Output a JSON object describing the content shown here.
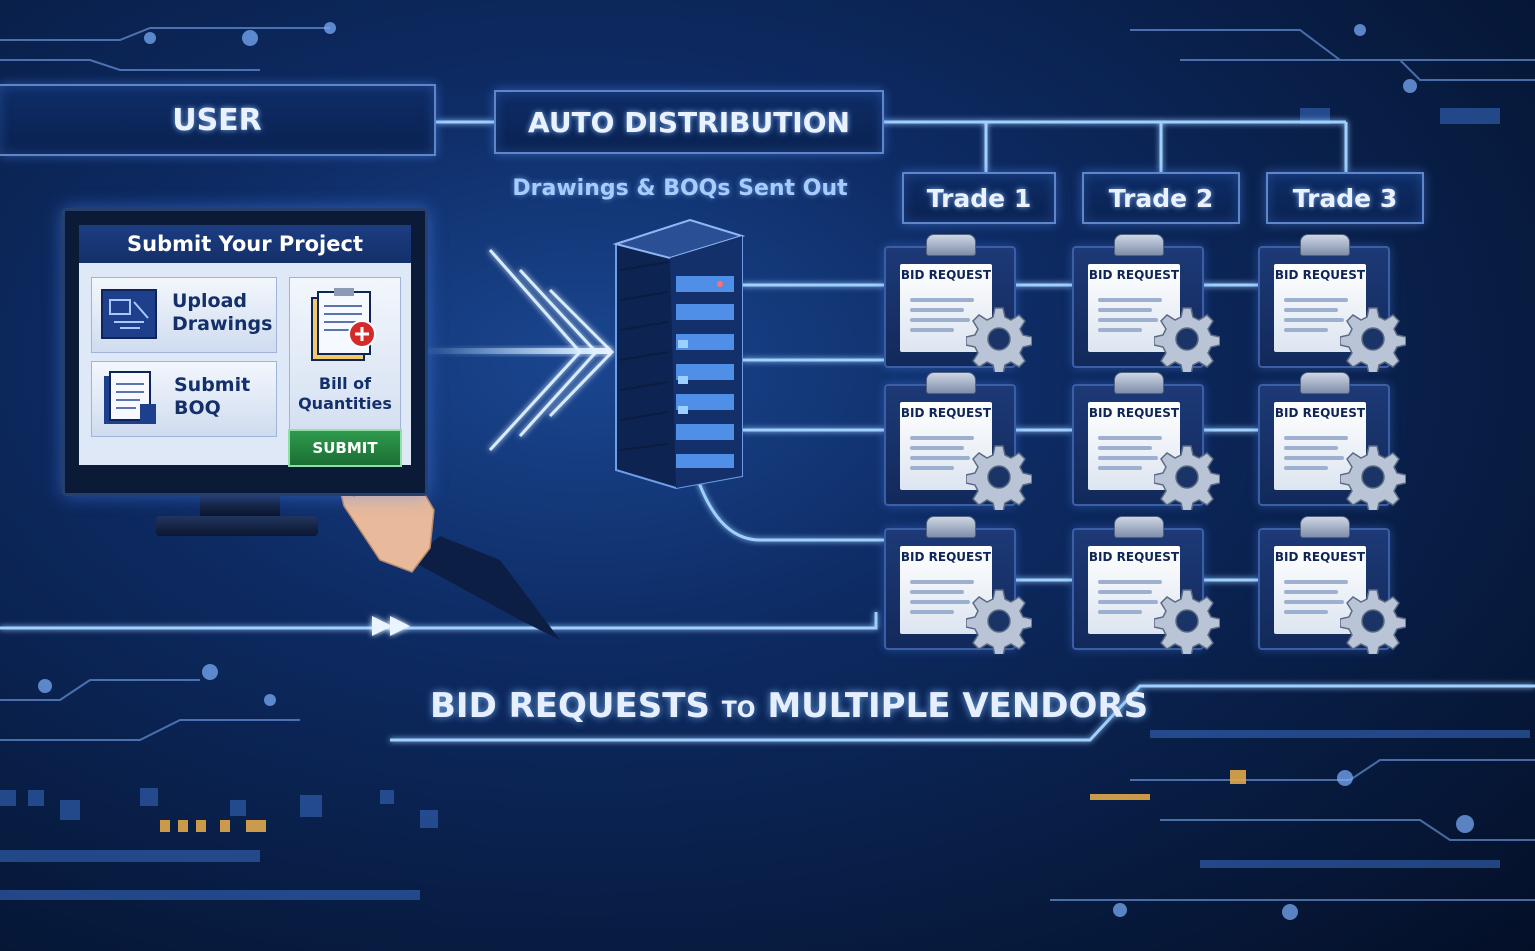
{
  "header": {
    "user_label": "USER",
    "auto_label": "AUTO DISTRIBUTION",
    "sent_out": "Drawings & BOQs Sent Out"
  },
  "trades": [
    "Trade 1",
    "Trade 2",
    "Trade 3"
  ],
  "monitor": {
    "title": "Submit Your Project",
    "upload_label": "Upload Drawings",
    "boq_label": "Submit BOQ",
    "bill_label": "Bill of Quantities",
    "submit_label": "SUBMIT"
  },
  "bid_request_label": "BID REQUEST",
  "footer": {
    "part1": "BID REQUESTS",
    "part2": "TO",
    "part3": "MULTIPLE VENDORS"
  },
  "colors": {
    "background": "#0d2a62",
    "accent": "#5f86c8",
    "submit_green": "#2f9a4e",
    "glow": "#9fd0ff"
  }
}
